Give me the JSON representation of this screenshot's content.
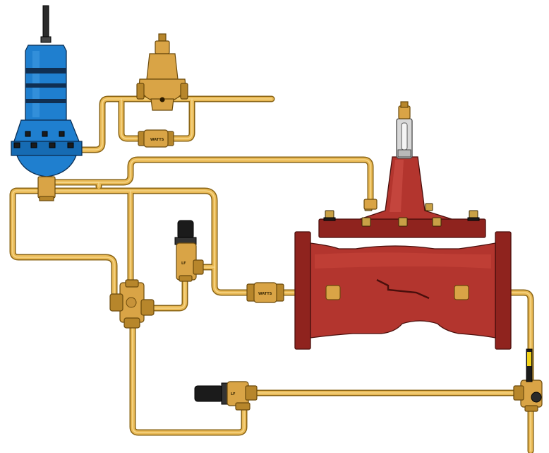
{
  "diagram": {
    "labels": {
      "check_valve_brand_upper": "WATTS",
      "check_valve_brand_lower": "WATTS",
      "strainer_mark_upper": "LF",
      "strainer_mark_lower": "LF"
    },
    "colors": {
      "pipe_brass": "#e9b955",
      "main_valve_red": "#b3352e",
      "pilot_blue": "#1f7fcf",
      "handle_black": "#1b1b1b",
      "ball_valve_yellow_tag": "#f2d21a"
    },
    "icons": [
      "main-valve-body",
      "pilot-valve",
      "pressure-reducing-valve",
      "check-valve",
      "strainer",
      "ball-valve",
      "position-indicator"
    ]
  }
}
